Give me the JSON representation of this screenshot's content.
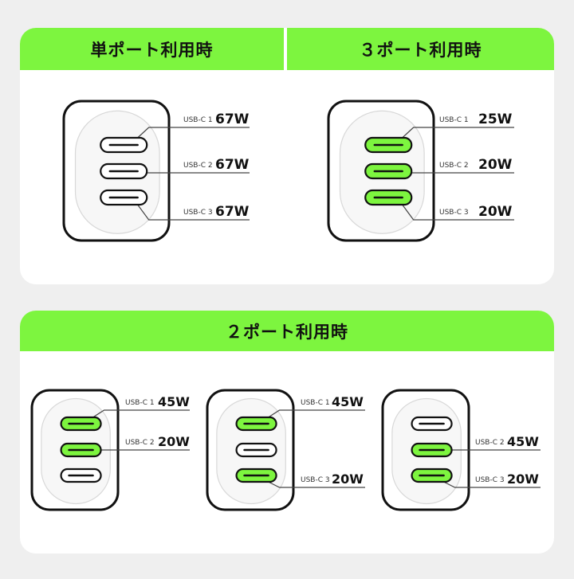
{
  "colors": {
    "accent": "#7df53f",
    "background": "#efefef",
    "card": "#ffffff",
    "outline": "#111111"
  },
  "sections": {
    "single": {
      "title": "単ポート利用時"
    },
    "three": {
      "title": "３ポート利用時"
    },
    "two": {
      "title": "２ポート利用時"
    }
  },
  "chargers": [
    {
      "name": "single-port",
      "ports": [
        {
          "label": "USB-C 1",
          "watt": "67W",
          "active": false
        },
        {
          "label": "USB-C 2",
          "watt": "67W",
          "active": false
        },
        {
          "label": "USB-C 3",
          "watt": "67W",
          "active": false
        }
      ]
    },
    {
      "name": "three-port",
      "ports": [
        {
          "label": "USB-C 1",
          "watt": "25W",
          "active": true
        },
        {
          "label": "USB-C 2",
          "watt": "20W",
          "active": true
        },
        {
          "label": "USB-C 3",
          "watt": "20W",
          "active": true
        }
      ]
    },
    {
      "name": "two-port-c1-c2",
      "ports": [
        {
          "label": "USB-C 1",
          "watt": "45W",
          "active": true
        },
        {
          "label": "USB-C 2",
          "watt": "20W",
          "active": true
        },
        {
          "label": "",
          "watt": "",
          "active": false
        }
      ]
    },
    {
      "name": "two-port-c1-c3",
      "ports": [
        {
          "label": "USB-C 1",
          "watt": "45W",
          "active": true
        },
        {
          "label": "",
          "watt": "",
          "active": false
        },
        {
          "label": "USB-C 3",
          "watt": "20W",
          "active": true
        }
      ]
    },
    {
      "name": "two-port-c2-c3",
      "ports": [
        {
          "label": "",
          "watt": "",
          "active": false
        },
        {
          "label": "USB-C 2",
          "watt": "45W",
          "active": true
        },
        {
          "label": "USB-C 3",
          "watt": "20W",
          "active": true
        }
      ]
    }
  ]
}
